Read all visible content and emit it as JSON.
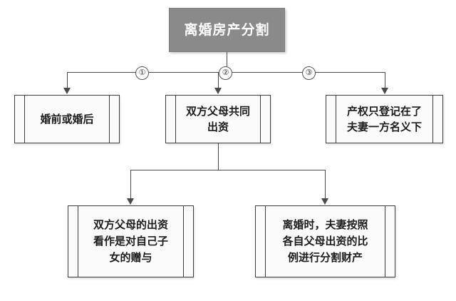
{
  "diagram": {
    "title_node": {
      "label": "离婚房产分割",
      "fill_color": "#8a8a8a",
      "text_color": "#ffffff"
    },
    "branch_markers": [
      {
        "name": "marker-1",
        "label": "①"
      },
      {
        "name": "marker-2",
        "label": "②"
      },
      {
        "name": "marker-3",
        "label": "③"
      }
    ],
    "level2_nodes": [
      {
        "name": "node-pre-post-marriage",
        "label": "婚前或婚后"
      },
      {
        "name": "node-both-parents-funding",
        "label": "双方父母共同\n出资"
      },
      {
        "name": "node-single-name-title",
        "label": "产权只登记在了\n夫妻一方名义下"
      }
    ],
    "level3_nodes": [
      {
        "name": "node-gift-to-own-child",
        "label": "双方父母的出资\n看作是对自己子\n女的赠与"
      },
      {
        "name": "node-split-by-ratio",
        "label": "离婚时，夫妻按照\n各自父母出资的比\n例进行分割财产"
      }
    ]
  }
}
